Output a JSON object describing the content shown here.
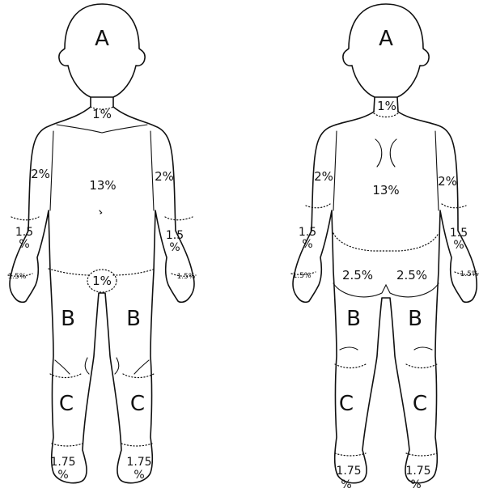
{
  "front": {
    "head": "A",
    "neck": "1%",
    "trunk": "13%",
    "upper_arm_left": "2%",
    "upper_arm_right": "2%",
    "forearm_left": [
      "1.5",
      "%"
    ],
    "forearm_right": [
      "1.5",
      "%"
    ],
    "hand_left": "1.5%",
    "hand_right": "1.5%",
    "genitals": "1%",
    "thigh_left": "B",
    "thigh_right": "B",
    "leg_left": "C",
    "leg_right": "C",
    "foot_left": [
      "1.75",
      "%"
    ],
    "foot_right": [
      "1.75",
      "%"
    ]
  },
  "back": {
    "head": "A",
    "neck": "1%",
    "trunk": "13%",
    "upper_arm_left": "2%",
    "upper_arm_right": "2%",
    "forearm_left": [
      "1.5",
      "%"
    ],
    "forearm_right": [
      "1.5",
      "%"
    ],
    "hand_left": "1.5%",
    "hand_right": "1.5%",
    "buttock_left": "2.5%",
    "buttock_right": "2.5%",
    "thigh_left": "B",
    "thigh_right": "B",
    "leg_left": "C",
    "leg_right": "C",
    "foot_left": [
      "1.75",
      "%"
    ],
    "foot_right": [
      "1.75",
      "%"
    ]
  }
}
